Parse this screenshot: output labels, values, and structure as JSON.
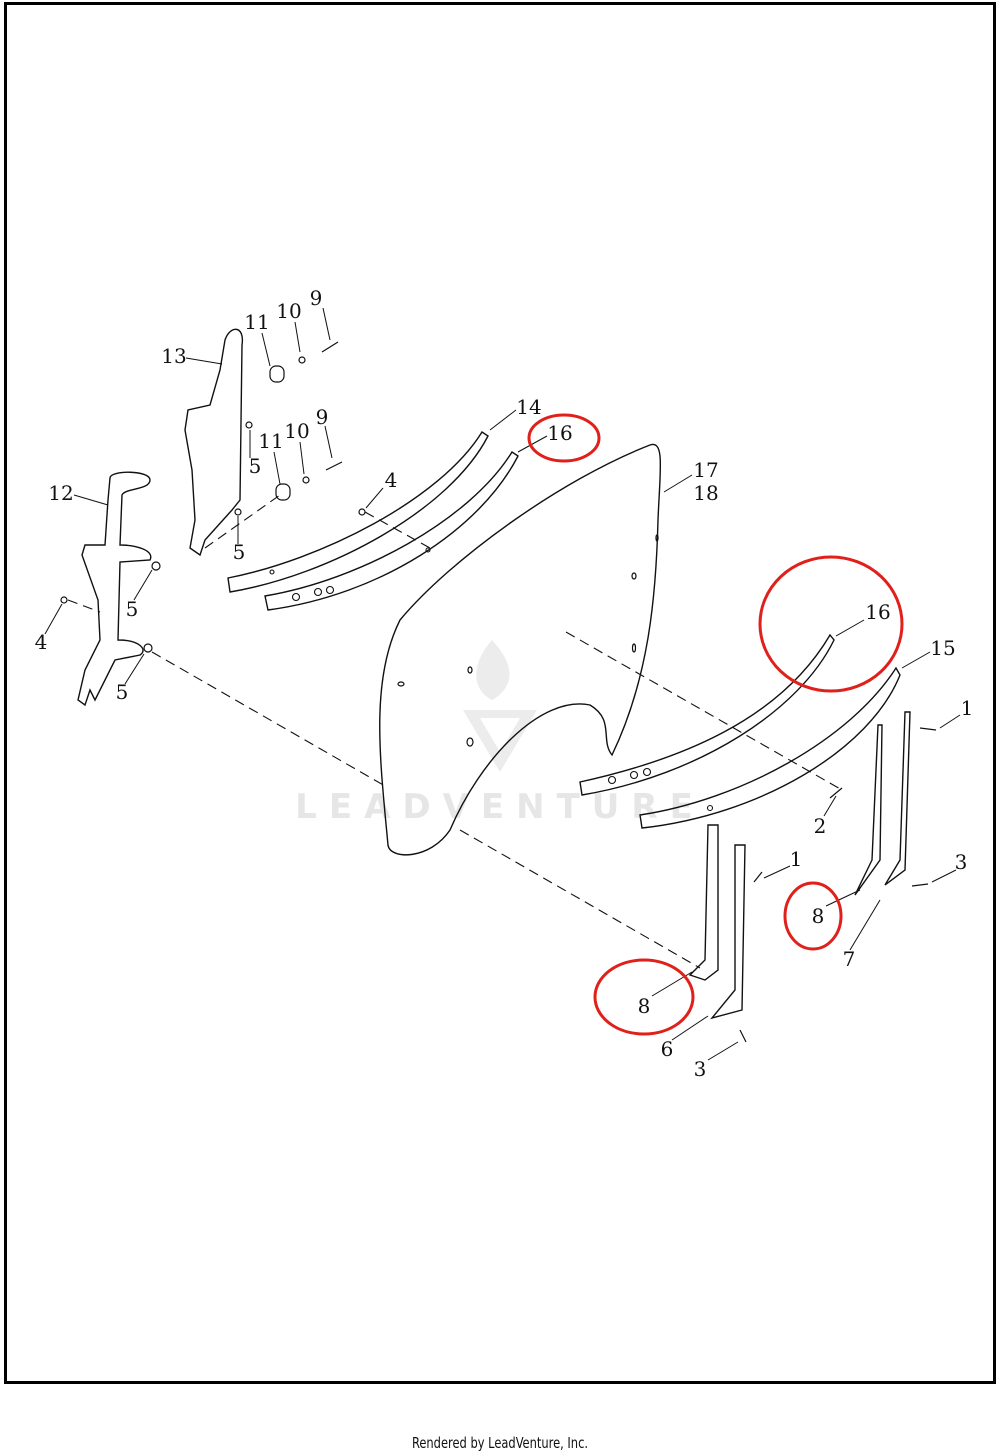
{
  "diagram": {
    "watermark": "LEADVENTURE",
    "footer": "Rendered by LeadVenture, Inc.",
    "callouts": [
      "9",
      "10",
      "11",
      "13",
      "9",
      "10",
      "11",
      "5",
      "5",
      "12",
      "4",
      "14",
      "16",
      "17",
      "18",
      "5",
      "4",
      "5",
      "16",
      "15",
      "1",
      "2",
      "1",
      "3",
      "8",
      "7",
      "8",
      "6",
      "3"
    ],
    "highlight_color": "#e0201b"
  }
}
